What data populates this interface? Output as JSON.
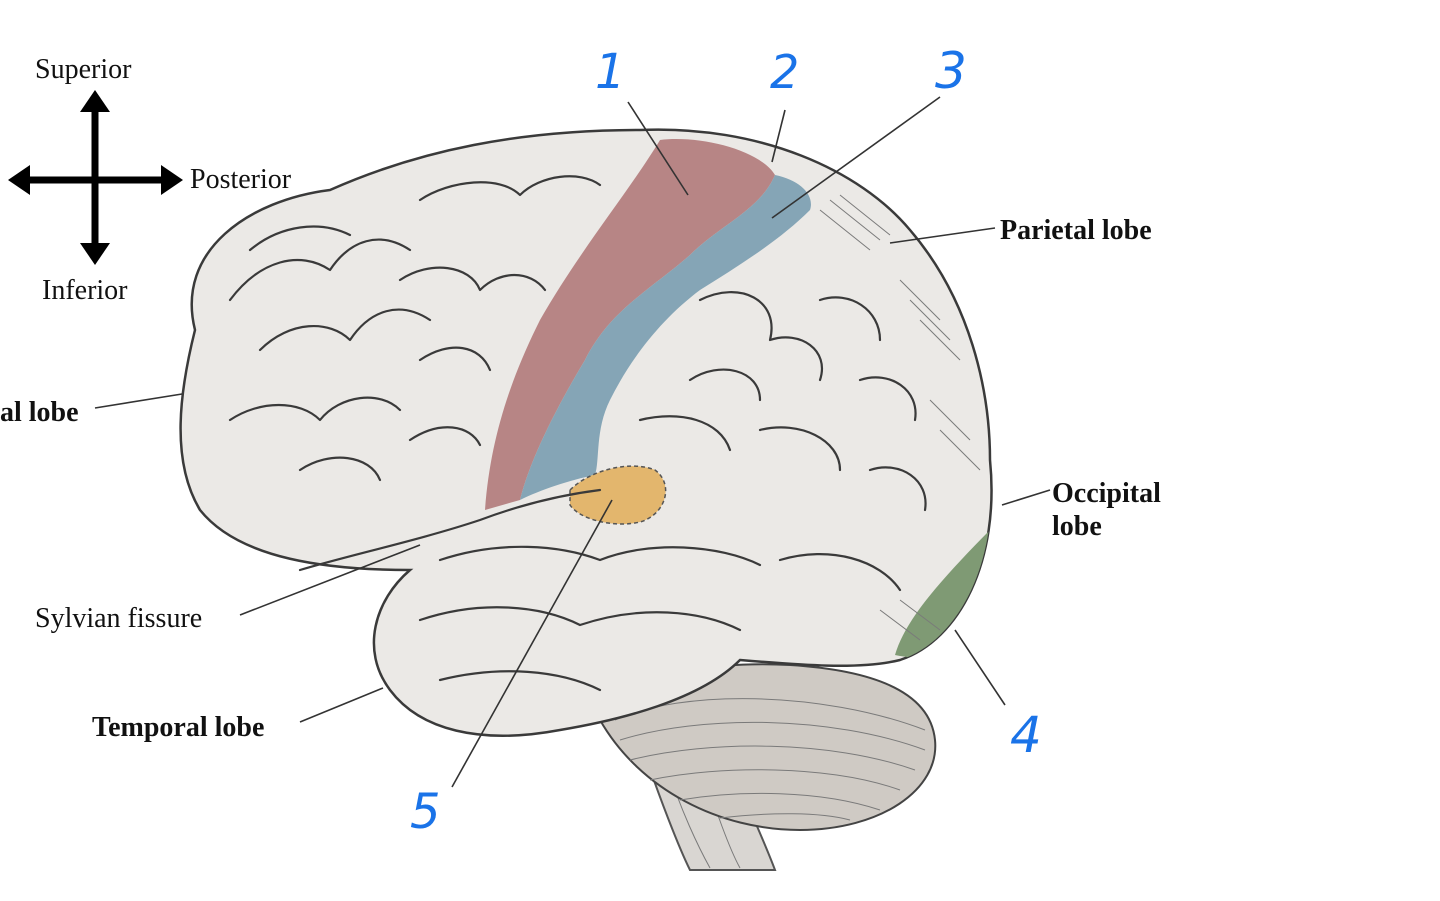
{
  "compass": {
    "superior": "Superior",
    "posterior": "Posterior",
    "inferior": "Inferior"
  },
  "labels": {
    "frontal": "al lobe",
    "parietal": "Parietal lobe",
    "occipital_line1": "Occipital",
    "occipital_line2": "lobe",
    "sylvian": "Sylvian fissure",
    "temporal": "Temporal lobe"
  },
  "numbers": {
    "n1": "1",
    "n2": "2",
    "n3": "3",
    "n4": "4",
    "n5": "5"
  },
  "colors": {
    "region_1": "#b48080",
    "region_3": "#7fa1b3",
    "region_4": "#7f9a74",
    "region_5": "#e3b66d",
    "brain_fill": "#ebe9e6",
    "handwriting": "#1a73e8"
  }
}
